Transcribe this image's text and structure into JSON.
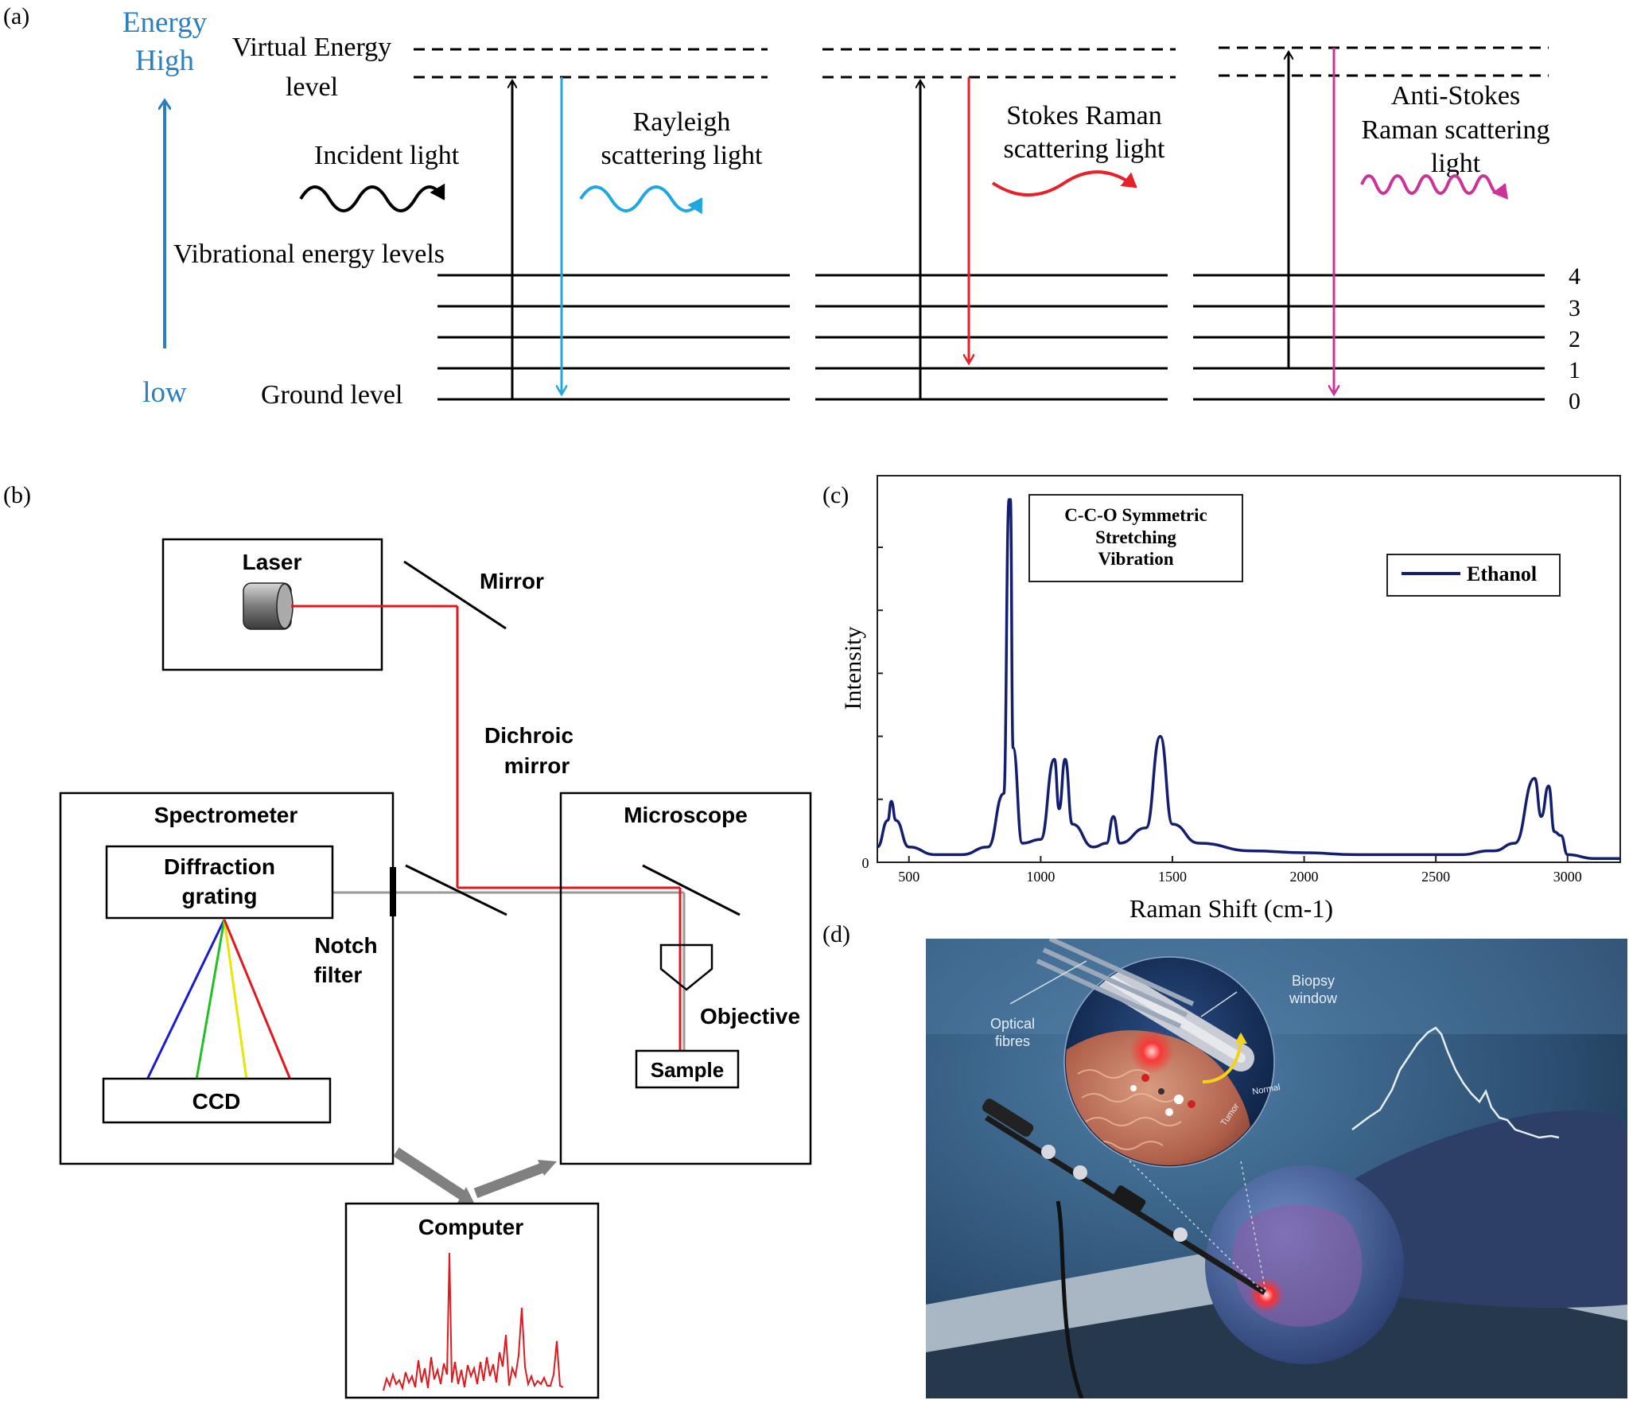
{
  "panel_labels": {
    "a": "(a)",
    "b": "(b)",
    "c": "(c)",
    "d": "(d)"
  },
  "panel_a": {
    "energy_axis": {
      "line1": "Energy",
      "line2": "High",
      "low": "low"
    },
    "virtual_level": [
      "Virtual Energy",
      "level"
    ],
    "vibrational_label": "Vibrational energy levels",
    "ground_label": "Ground level",
    "incident_label": "Incident light",
    "rayleigh": [
      "Rayleigh",
      "scattering light"
    ],
    "stokes": [
      "Stokes Raman",
      "scattering light"
    ],
    "antistokes": [
      "Anti-Stokes",
      "Raman scattering",
      "light"
    ],
    "level_numbers": [
      "4",
      "3",
      "2",
      "1",
      "0"
    ],
    "colors": {
      "axis": "#2a7fc0",
      "rayleigh": "#1fa8e0",
      "stokes": "#e8202a",
      "antistokes": "#cc3399"
    }
  },
  "panel_b": {
    "laser": "Laser",
    "mirror": "Mirror",
    "dichroic": [
      "Dichroic",
      "mirror"
    ],
    "spectrometer": "Spectrometer",
    "grating": [
      "Diffraction",
      "grating"
    ],
    "ccd": "CCD",
    "notch": [
      "Notch",
      "filter"
    ],
    "microscope": "Microscope",
    "objective": "Objective",
    "sample": "Sample",
    "computer": "Computer",
    "colors": {
      "beam": "#e0191e",
      "return": "#9a9a9a"
    }
  },
  "chart_data": {
    "type": "line",
    "xlabel": "Raman Shift (cm-1)",
    "ylabel": "Intensity",
    "annotation": [
      "C-C-O Symmetric",
      "Stretching",
      "Vibration"
    ],
    "x_ticks": [
      "500",
      "1000",
      "1500",
      "2000",
      "2500",
      "3000"
    ],
    "y_ticks": [
      "0"
    ],
    "xlim": [
      380,
      3200
    ],
    "ylim": [
      0,
      1.0
    ],
    "legend_position": "top-right",
    "series": [
      {
        "name": "Ethanol",
        "color": "#141e6e",
        "x": [
          380,
          420,
          433,
          450,
          500,
          600,
          700,
          800,
          860,
          880,
          885,
          895,
          930,
          1000,
          1052,
          1070,
          1093,
          1120,
          1200,
          1250,
          1276,
          1300,
          1400,
          1454,
          1500,
          1600,
          1800,
          2000,
          2200,
          2400,
          2600,
          2700,
          2720,
          2800,
          2875,
          2900,
          2928,
          2950,
          2975,
          3000,
          3100,
          3200
        ],
        "y": [
          0.04,
          0.11,
          0.16,
          0.11,
          0.04,
          0.02,
          0.02,
          0.04,
          0.18,
          0.95,
          0.95,
          0.3,
          0.05,
          0.06,
          0.27,
          0.14,
          0.27,
          0.1,
          0.04,
          0.05,
          0.12,
          0.05,
          0.09,
          0.33,
          0.1,
          0.05,
          0.03,
          0.025,
          0.02,
          0.02,
          0.02,
          0.03,
          0.03,
          0.05,
          0.22,
          0.12,
          0.2,
          0.08,
          0.07,
          0.02,
          0.01,
          0.01
        ]
      }
    ]
  },
  "panel_d": {
    "optical_fibres": [
      "Optical",
      "fibres"
    ],
    "biopsy_window": [
      "Biopsy",
      "window"
    ],
    "tumor": "Tumor",
    "normal": "Normal"
  }
}
